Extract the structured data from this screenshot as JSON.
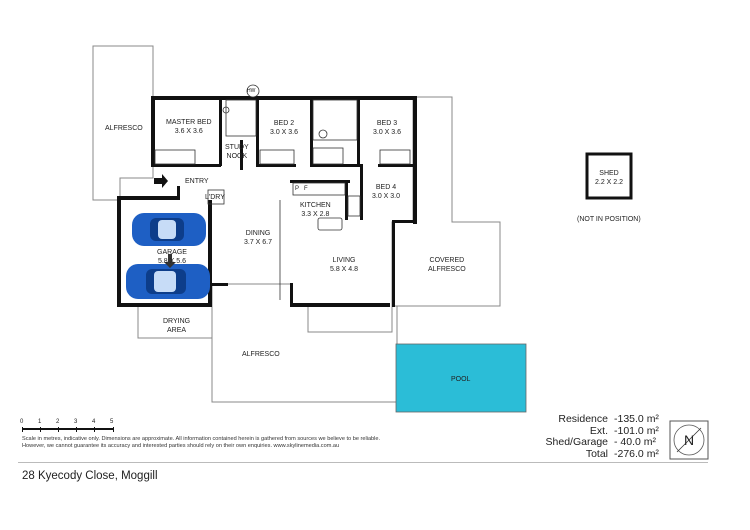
{
  "rooms": {
    "alfresco_left": {
      "name": "ALFRESCO"
    },
    "master_bed": {
      "name": "MASTER BED",
      "dims": "3.6 X 3.6"
    },
    "bed2": {
      "name": "BED 2",
      "dims": "3.0 X 3.6"
    },
    "bed3": {
      "name": "BED 3",
      "dims": "3.0 X 3.6"
    },
    "bed4": {
      "name": "BED 4",
      "dims": "3.0 X 3.0"
    },
    "study": {
      "name": "STUDY\nNOOK"
    },
    "entry": {
      "name": "ENTRY"
    },
    "ldry": {
      "name": "L'DRY"
    },
    "kitchen": {
      "name": "KITCHEN",
      "dims": "3.3 X 2.8"
    },
    "dining": {
      "name": "DINING",
      "dims": "3.7 X 6.7"
    },
    "living": {
      "name": "LIVING",
      "dims": "5.8 X 4.8"
    },
    "covered_alfresco": {
      "name": "COVERED\nALFRESCO"
    },
    "garage": {
      "name": "GARAGE",
      "dims": "5.8 X 5.6"
    },
    "drying": {
      "name": "DRYING\nAREA"
    },
    "alfresco_bottom": {
      "name": "ALFRESCO"
    },
    "pool": {
      "name": "POOL"
    },
    "shed": {
      "name": "SHED",
      "dims": "2.2 X 2.2"
    },
    "not_in_position": {
      "name": "(NOT IN POSITION)"
    },
    "hw": {
      "name": "HW"
    },
    "p_label": {
      "name": "P"
    },
    "f_label": {
      "name": "F"
    }
  },
  "colors": {
    "pool": "#2bbdd7",
    "car": "#1e5fc4",
    "wall": "#111111"
  },
  "scale": {
    "ticks": [
      "0",
      "1",
      "2",
      "3",
      "4",
      "5"
    ]
  },
  "disclaimer": "Scale in metres, indicative only. Dimensions are approximate. All information contained herein is gathered from sources we believe to be reliable. However, we cannot guarantee its accuracy and interested parties should rely on their own enquiries. www.skylinemedia.com.au",
  "areas": [
    {
      "label": "Residence",
      "value": "-135.0 m²"
    },
    {
      "label": "Ext.",
      "value": "-101.0 m²"
    },
    {
      "label": "Shed/Garage",
      "value": "- 40.0 m²"
    },
    {
      "label": "Total",
      "value": "-276.0 m²"
    }
  ],
  "address": "28 Kyecody Close, Moggill",
  "compass_letter": "N"
}
